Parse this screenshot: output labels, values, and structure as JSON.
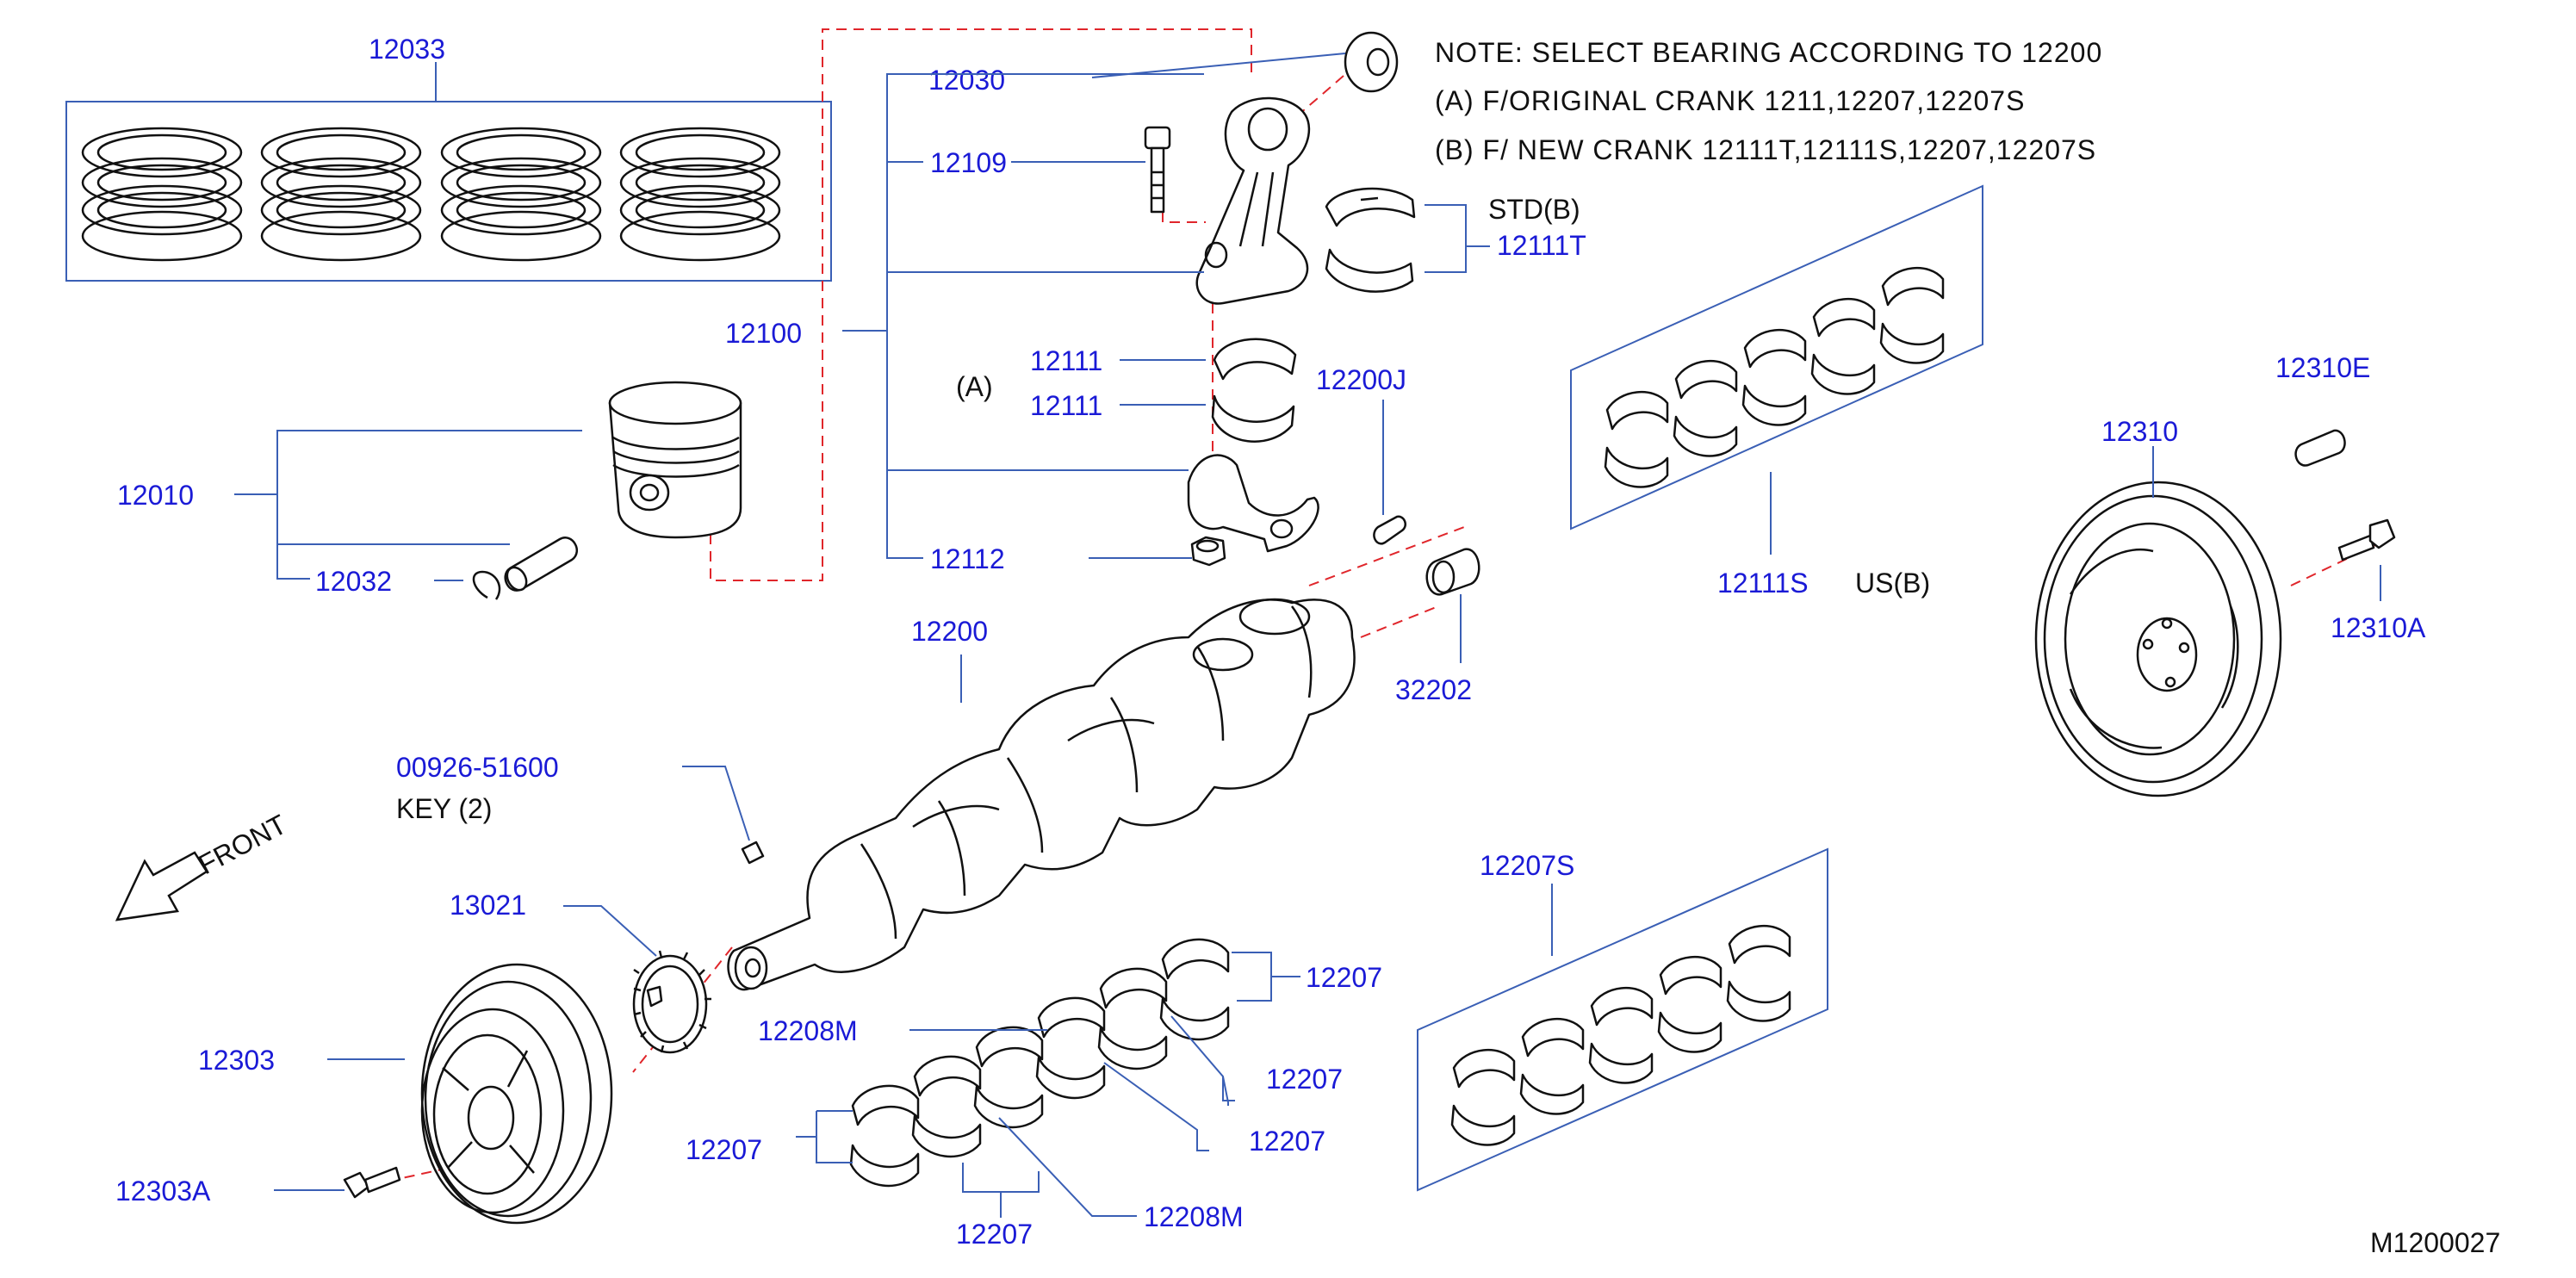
{
  "notes": {
    "line1": "NOTE:  SELECT  BEARING  ACCORDING  TO  12200",
    "line2": "(A)  F/ORIGINAL  CRANK  1211,12207,12207S",
    "line3": "(B)  F/  NEW  CRANK  12111T,12111S,12207,12207S"
  },
  "labels": {
    "p12033": "12033",
    "p12030": "12030",
    "p12109": "12109",
    "p12100": "12100",
    "std_b": "STD(B)",
    "p12111T": "12111T",
    "a_marker": "(A)",
    "p12111_upper": "12111",
    "p12111_lower": "12111",
    "p12200J": "12200J",
    "p12010": "12010",
    "p12032": "12032",
    "p12112": "12112",
    "p12111S": "12111S",
    "us_b": "US(B)",
    "p12310E": "12310E",
    "p12310": "12310",
    "p12310A": "12310A",
    "p12200": "12200",
    "p32202": "32202",
    "p00926_51600": "00926-51600",
    "key": "KEY   (2)",
    "front": "FRONT",
    "p13021": "13021",
    "p12207S": "12207S",
    "p12207_a": "12207",
    "p12208M_a": "12208M",
    "p12207_b": "12207",
    "p12303": "12303",
    "p12207_c": "12207",
    "p12207_d": "12207",
    "p12303A": "12303A",
    "p12207_e": "12207",
    "p12208M_b": "12208M",
    "figure_code": "M1200027"
  },
  "colors": {
    "label_blue": "#1a1ad6",
    "leader_blue": "#3a5fb5",
    "dash_red": "#e0262b",
    "line_black": "#111111"
  }
}
